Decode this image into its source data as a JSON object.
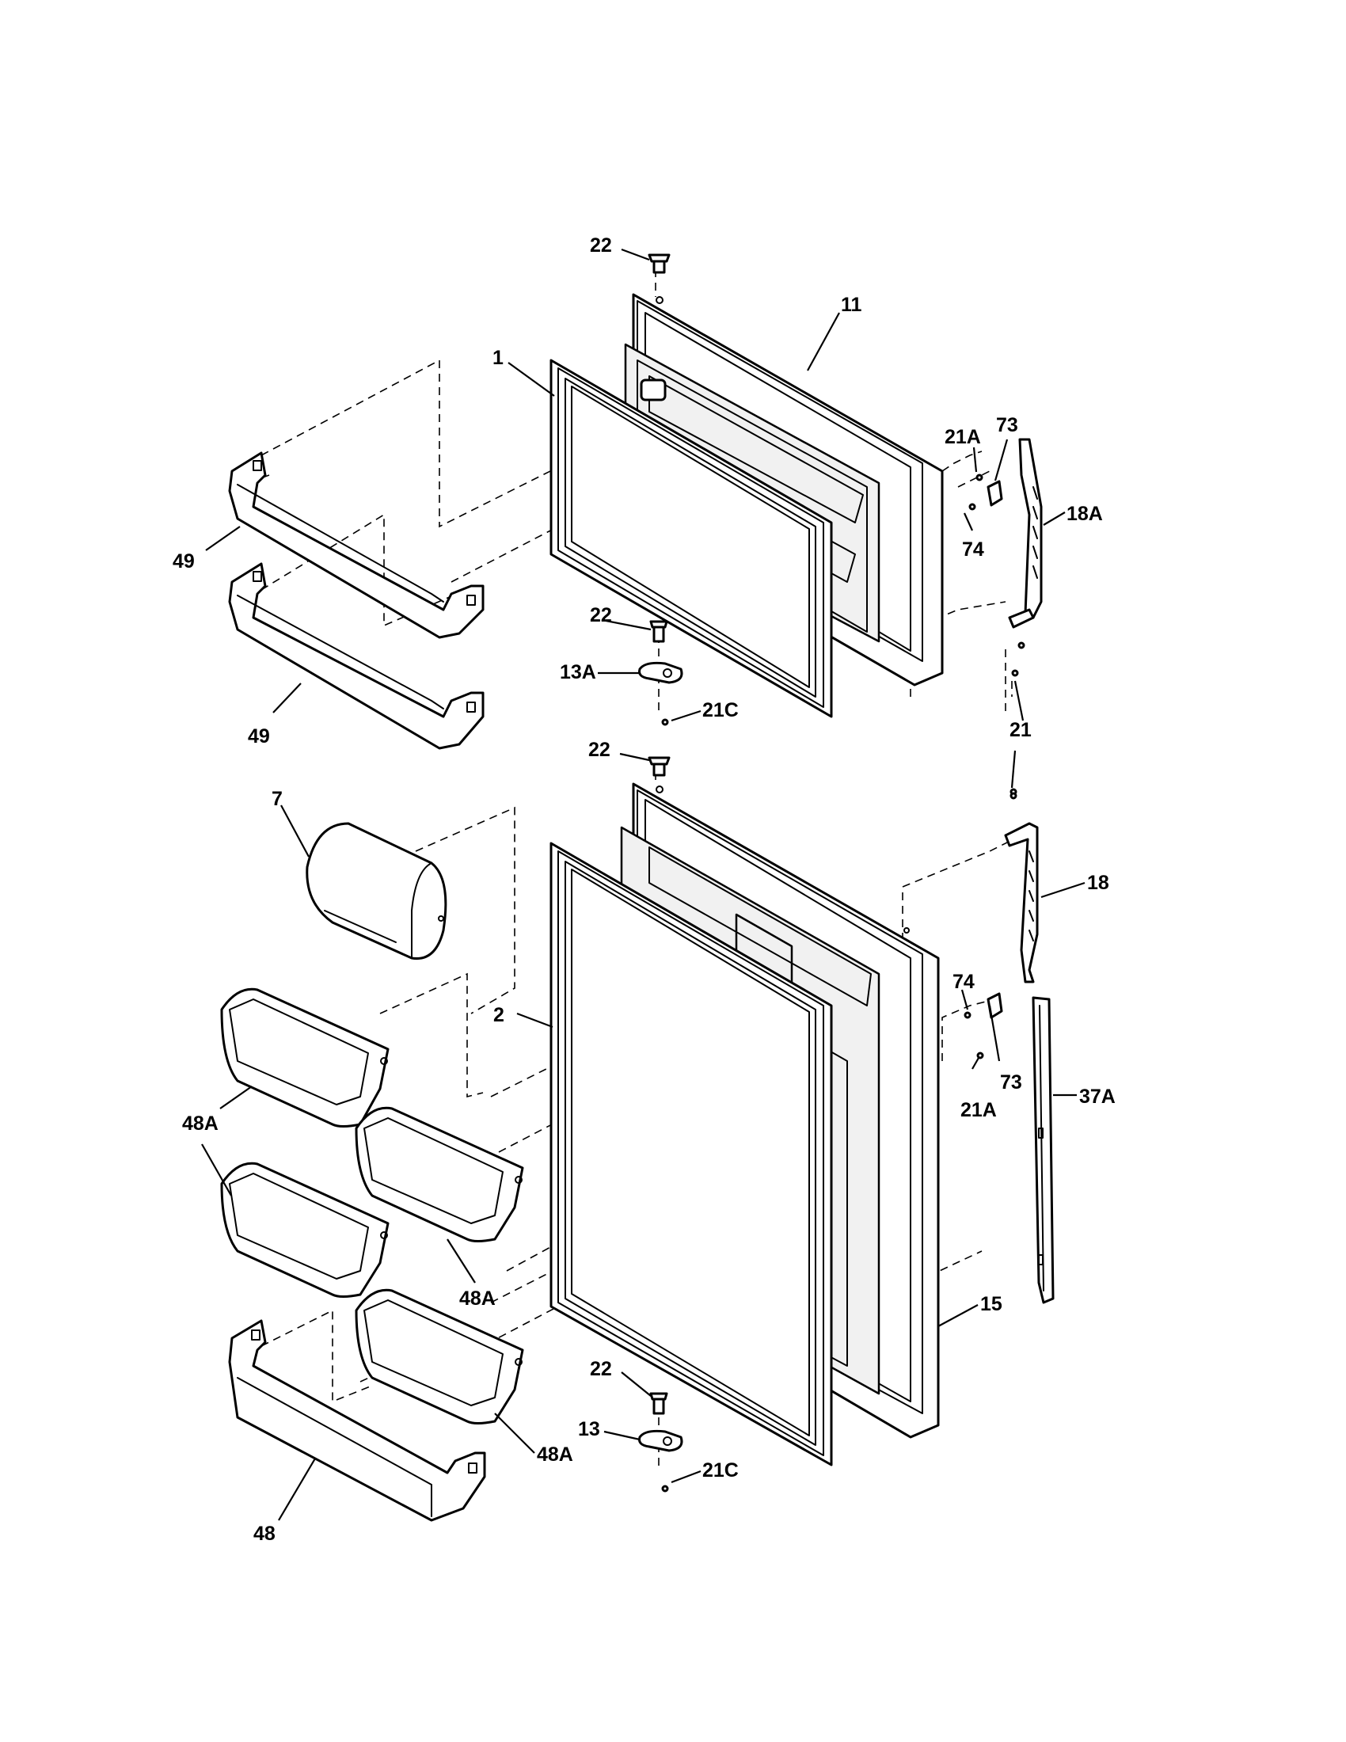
{
  "diagram": {
    "labels": {
      "p22_top": "22",
      "p11": "11",
      "p1": "1",
      "p21a_top": "21A",
      "p73_top": "73",
      "p18a": "18A",
      "p74_top": "74",
      "p49_upper": "49",
      "p49_lower": "49",
      "p22_mid": "22",
      "p13a": "13A",
      "p21c_top": "21C",
      "p21": "21",
      "p22_lower": "22",
      "p7": "7",
      "p18": "18",
      "p2": "2",
      "p74_bottom": "74",
      "p73_bottom": "73",
      "p21a_bottom": "21A",
      "p37a": "37A",
      "p48a_left": "48A",
      "p48a_middle": "48A",
      "p15": "15",
      "p22_bottom": "22",
      "p13": "13",
      "p48a_bottom": "48A",
      "p21c_bottom": "21C",
      "p48": "48"
    }
  }
}
